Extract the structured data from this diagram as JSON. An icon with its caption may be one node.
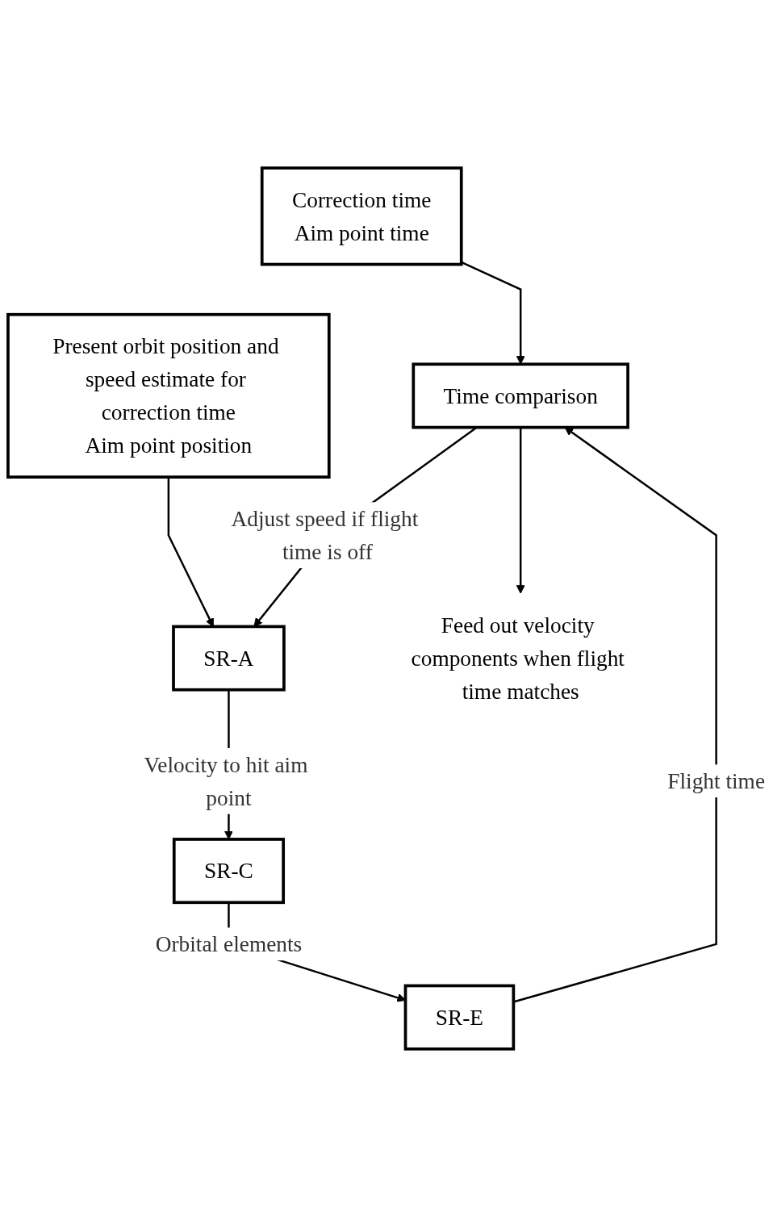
{
  "diagram": {
    "nodes": [
      {
        "text": [
          "Correction time",
          "Aim point time"
        ]
      },
      {
        "text": [
          "Present orbit position and speed estimate for correction time",
          "Aim point position"
        ]
      },
      {
        "text": [
          "SR-A"
        ]
      },
      {
        "text": [
          "SR-C"
        ]
      },
      {
        "text": [
          "SR-E"
        ]
      },
      {
        "text": [
          "Time comparison"
        ]
      },
      {
        "text": [
          "Feed out velocity components when flight time matches"
        ]
      }
    ],
    "edges": [
      {
        "from": 1,
        "to": 2,
        "arrow": "to"
      },
      {
        "from": 2,
        "to": 3,
        "arrow": "to",
        "label": "Velocity to hit aim point"
      },
      {
        "from": 3,
        "to": 4,
        "arrow": "to",
        "label": "Orbital elements"
      },
      {
        "from": 4,
        "to": 5,
        "arrow": "to",
        "label": "Flight time"
      },
      {
        "from": 0,
        "to": 5,
        "arrow": "to"
      },
      {
        "from": 5,
        "to": 2,
        "arrow": "to",
        "label": "Adjust speed if flight time is off"
      },
      {
        "from": 5,
        "to": 6,
        "arrow": "to"
      }
    ]
  }
}
